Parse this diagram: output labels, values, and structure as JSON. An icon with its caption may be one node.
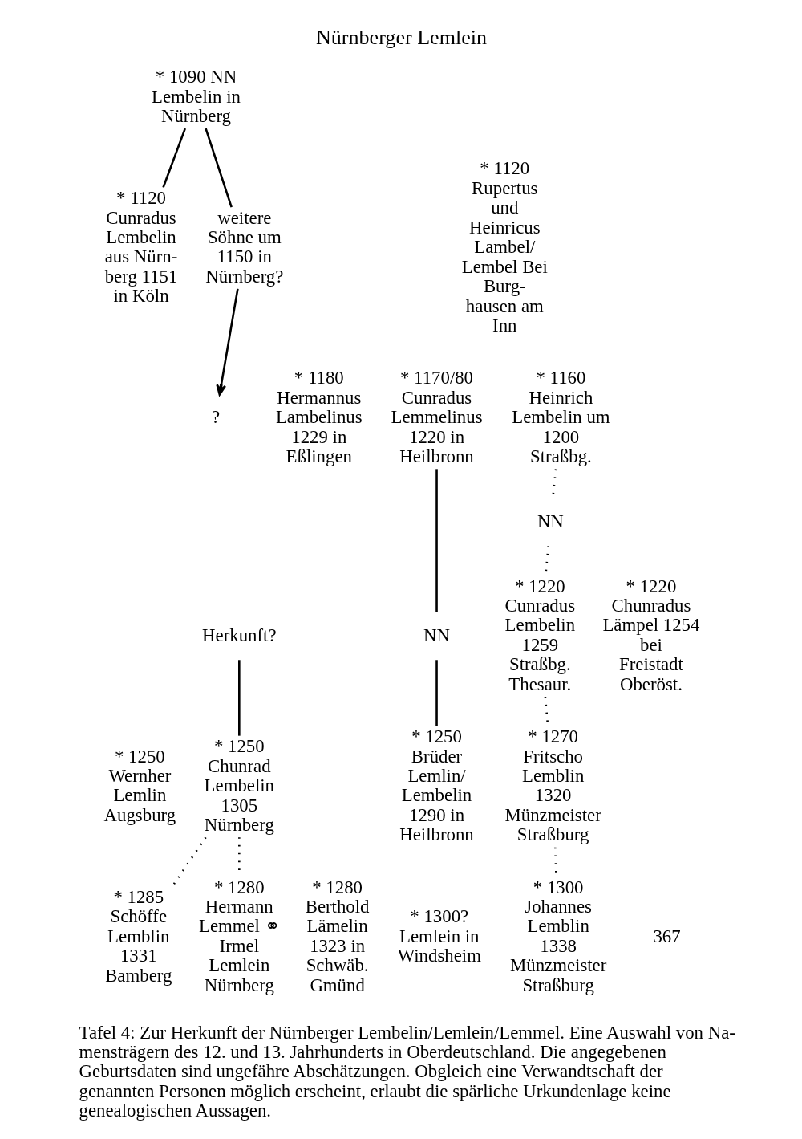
{
  "diagram": {
    "title": "Nürnberger Lemlein",
    "caption": "Tafel 4: Zur Herkunft der Nürnberger Lembelin/Lemlein/Lemmel. Eine Auswahl von Na- mensträgern des 12. und 13. Jahrhunderts in Oberdeutschland. Die angegebenen Geburtsdaten sind ungefähre Abschätzungen. Obgleich eine Verwandtschaft der genannten Personen möglich erscheint, erlaubt die spärliche Urkundenlage keine genealogischen Aussagen.",
    "nodes": [
      {
        "text": [
          "* 1090 NN Lembelin in Nürnberg"
        ]
      },
      {
        "text": [
          "* 1120 Cunradus Lembelin aus Nürn- berg 1151 in Köln"
        ]
      },
      {
        "text": [
          "weitere Söhne um 1150 in Nürnberg?"
        ]
      },
      {
        "text": [
          "* 1120 Rupertus und Heinricus Lambel/ Lembel Bei Burg- hausen am Inn"
        ]
      },
      {
        "text": [
          "?"
        ]
      },
      {
        "text": [
          "* 1160 Heinrich Lembelin um 1200 Straßbg."
        ]
      },
      {
        "text": [
          "* 1170/80 Cunradus Lemmelinus 1220 in Heilbronn"
        ]
      },
      {
        "text": [
          "* 1180 Hermannus Lambelinus 1229 in Eßlingen"
        ]
      },
      {
        "text": [
          "NN"
        ]
      },
      {
        "text": [
          "Herkunft?"
        ]
      },
      {
        "text": [
          "NN"
        ]
      },
      {
        "text": [
          "* 1220 Cunradus Lembelin 1259 Straßbg. Thesaur."
        ]
      },
      {
        "text": [
          "* 1220 Chunradus Lämpel 1254 bei Freistadt Oberöst."
        ]
      },
      {
        "text": [
          "* 1250 Wernher Lemlin Augsburg"
        ]
      },
      {
        "text": [
          "* 1250 Chunrad Lembelin 1305 Nürnberg"
        ]
      },
      {
        "text": [
          "* 1250 Brüder Lemlin/ Lembelin 1290 in Heilbronn"
        ]
      },
      {
        "text": [
          "* 1270 Fritscho Lemblin 1320 Münzmeister Straßburg"
        ]
      },
      {
        "text": [
          "* 1285 Schöffe Lemblin 1331 Bamberg"
        ]
      },
      {
        "text": [
          "* 1280 Hermann Lemmel ⚭ Irmel Lemlein Nürnberg"
        ]
      },
      {
        "text": [
          "* 1280 Berthold Lämelin 1323 in Schwäb. Gmünd"
        ]
      },
      {
        "text": [
          "* 1300? Lemlein in Windsheim"
        ]
      },
      {
        "text": [
          "* 1300 Johannes Lemblin 1338 Münzmeister Straßburg"
        ]
      }
    ],
    "edges": [
      {
        "from": 0,
        "to": 1,
        "arrow": "none"
      },
      {
        "from": 0,
        "to": 2,
        "arrow": "none"
      },
      {
        "from": 2,
        "to": 4,
        "arrow": "to"
      },
      {
        "from": 5,
        "to": 8,
        "arrow": "none",
        "style": "dashed"
      },
      {
        "from": 8,
        "to": 11,
        "arrow": "none",
        "style": "dashed"
      },
      {
        "from": 6,
        "to": 10,
        "arrow": "none"
      },
      {
        "from": 10,
        "to": 15,
        "arrow": "none"
      },
      {
        "from": 9,
        "to": 14,
        "arrow": "none"
      },
      {
        "from": 11,
        "to": 16,
        "arrow": "none",
        "style": "dashed"
      },
      {
        "from": 14,
        "to": 17,
        "arrow": "none",
        "style": "dashed"
      },
      {
        "from": 14,
        "to": 18,
        "arrow": "none",
        "style": "dashed"
      },
      {
        "from": 16,
        "to": 21,
        "arrow": "none",
        "style": "dashed"
      }
    ],
    "labels": [
      "367"
    ]
  }
}
